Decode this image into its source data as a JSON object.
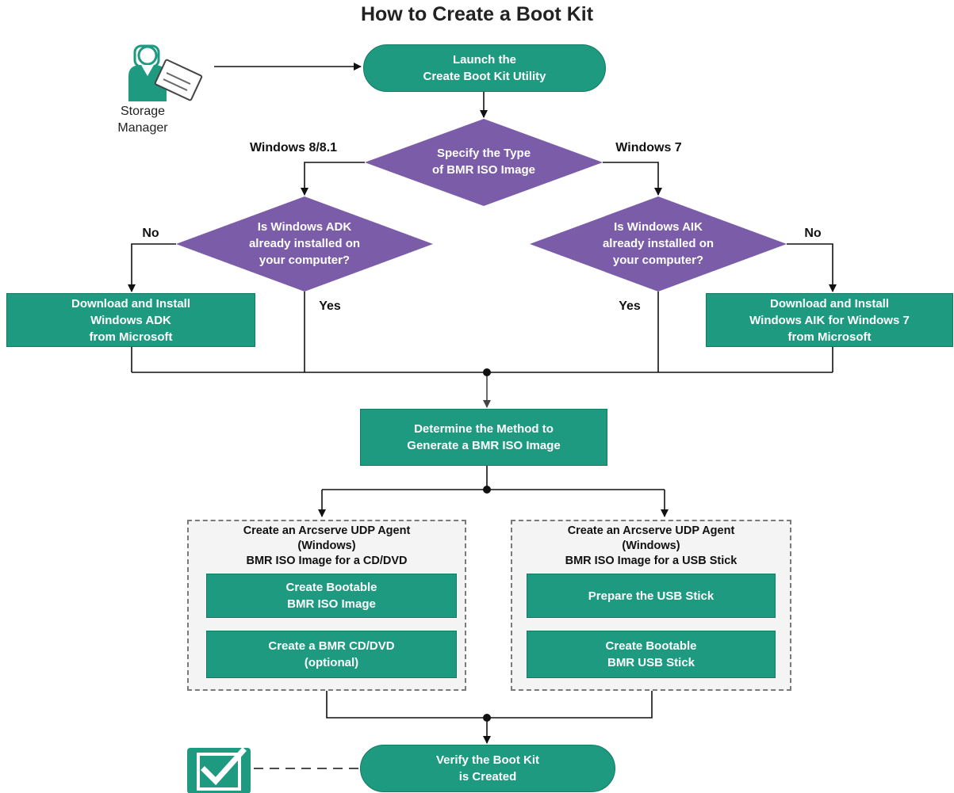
{
  "title": "How to Create a Boot Kit",
  "actor": {
    "label_line1": "Storage",
    "label_line2": "Manager",
    "icon": "user-with-clipboard-icon"
  },
  "start": {
    "line1": "Launch the",
    "line2": "Create  Boot Kit Utility"
  },
  "decision_type": {
    "line1": "Specify the Type",
    "line2": "of BMR ISO Image",
    "left_label": "Windows 8/8.1",
    "right_label": "Windows 7"
  },
  "decision_adk": {
    "line1": "Is Windows ADK",
    "line2": "already installed on",
    "line3": "your computer?",
    "no_label": "No",
    "yes_label": "Yes"
  },
  "decision_aik": {
    "line1": "Is Windows AIK",
    "line2": "already installed on",
    "line3": "your computer?",
    "no_label": "No",
    "yes_label": "Yes"
  },
  "adk_install": {
    "line1": "Download and Install",
    "line2": "Windows ADK",
    "line3": "from Microsoft"
  },
  "aik_install": {
    "line1": "Download and Install",
    "line2": "Windows AIK for Windows 7",
    "line3": "from Microsoft"
  },
  "determine": {
    "line1": "Determine the Method to",
    "line2": "Generate a BMR ISO Image"
  },
  "cd_group": {
    "title1": "Create an Arcserve UDP Agent",
    "title2": "(Windows)",
    "title3": "BMR ISO Image for a CD/DVD",
    "step1_line1": "Create Bootable",
    "step1_line2": "BMR ISO Image",
    "step2_line1": "Create a BMR CD/DVD",
    "step2_line2": "(optional)"
  },
  "usb_group": {
    "title1": "Create an Arcserve UDP Agent",
    "title2": "(Windows)",
    "title3": "BMR ISO Image for a USB Stick",
    "step1_line1": "Prepare the USB Stick",
    "step2_line1": "Create Bootable",
    "step2_line2": "BMR USB Stick"
  },
  "verify": {
    "line1": "Verify the Boot Kit",
    "line2": "is Created",
    "icon": "checkmark-icon"
  },
  "colors": {
    "teal": "#1e9a80",
    "purple": "#7b5ca8",
    "line": "#111111"
  }
}
